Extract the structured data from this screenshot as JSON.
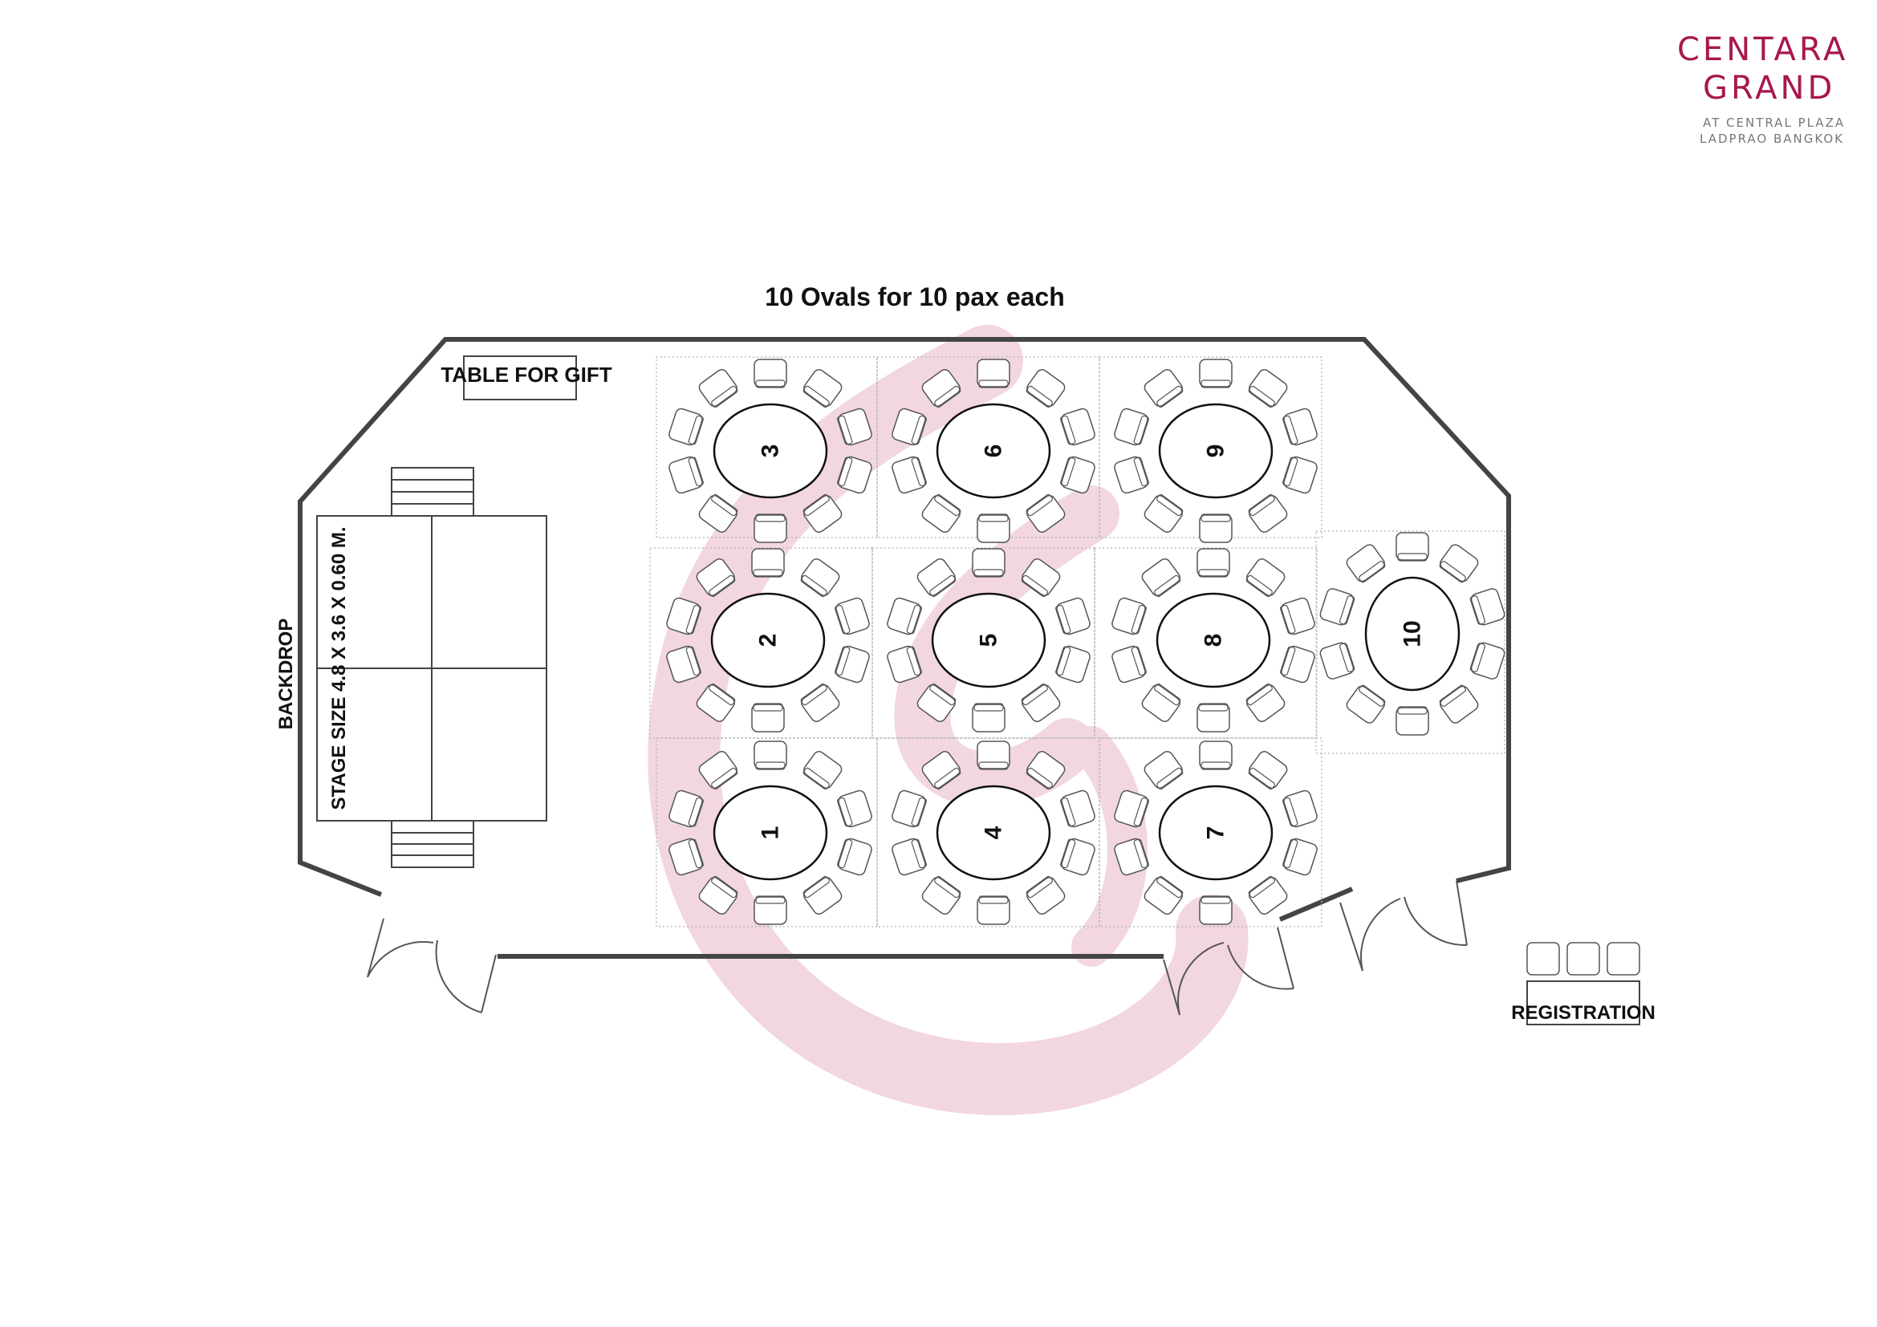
{
  "logo": {
    "line1": "CENTARA",
    "line2": "GRAND",
    "sub1": "AT CENTRAL PLAZA",
    "sub2": "LADPRAO BANGKOK",
    "color": "#a8174f"
  },
  "title": "10 Ovals for 10 pax each",
  "labels": {
    "gift_table": "TABLE FOR GIFT",
    "backdrop": "BACKDROP",
    "stage": "STAGE SIZE 4.8 X 3.6 X 0.60 M.",
    "registration": "REGISTRATION"
  },
  "tables": [
    {
      "number": "1",
      "seats": 10
    },
    {
      "number": "2",
      "seats": 10
    },
    {
      "number": "3",
      "seats": 10
    },
    {
      "number": "4",
      "seats": 10
    },
    {
      "number": "5",
      "seats": 10
    },
    {
      "number": "6",
      "seats": 10
    },
    {
      "number": "7",
      "seats": 10
    },
    {
      "number": "8",
      "seats": 10
    },
    {
      "number": "9",
      "seats": 10
    },
    {
      "number": "10",
      "seats": 10
    }
  ],
  "registration_chairs": 3,
  "watermark_color": "#f2d6e0"
}
